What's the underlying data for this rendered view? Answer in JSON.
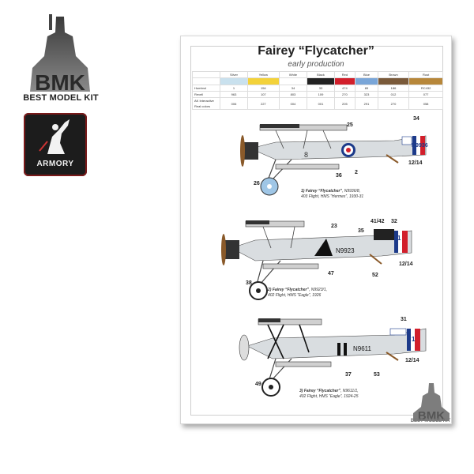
{
  "logos": {
    "bmk_letters": "BMK",
    "bmk_name": "BEST MODEL KIT",
    "armory_name": "ARMORY"
  },
  "sheet": {
    "title": "Fairey “Flycatcher”",
    "subtitle": "early production",
    "color_table": {
      "colors": [
        {
          "name": "Silver",
          "hex": "#c9e1ee",
          "values": [
            "1",
            "963",
            "006"
          ]
        },
        {
          "name": "Yellow",
          "hex": "#f3d23a",
          "values": [
            "154",
            "107",
            "227"
          ]
        },
        {
          "name": "White",
          "hex": "#ffffff",
          "values": [
            "34",
            "803",
            "004"
          ]
        },
        {
          "name": "Black",
          "hex": "#222222",
          "values": [
            "33",
            "109",
            "001"
          ]
        },
        {
          "name": "Red",
          "hex": "#d21f2b",
          "values": [
            "474",
            "270",
            "205"
          ]
        },
        {
          "name": "Blue",
          "hex": "#7aa6d8",
          "values": [
            "89",
            "323",
            "291"
          ]
        },
        {
          "name": "Brown",
          "hex": "#7a5a3a",
          "values": [
            "186",
            "012",
            "270"
          ]
        },
        {
          "name": "Rust",
          "hex": "#b7873a",
          "values": [
            "RC432",
            "077",
            "058"
          ]
        }
      ],
      "row_labels": [
        "Humbrol",
        "Revell",
        "AK Interactive Real colors"
      ]
    },
    "variants": [
      {
        "serial": "N9936",
        "code": "8",
        "callouts": [
          "34",
          "25",
          "12/14",
          "36",
          "2",
          "26"
        ],
        "caption_title": "1) Fairey “Flycatcher”",
        "caption_serial": ", N9936/8,",
        "caption_unit": "403 Flight, HMS “Hermes”, 1930-31"
      },
      {
        "serial": "N9923",
        "code": "1",
        "callouts": [
          "41/42",
          "32",
          "35",
          "23",
          "12/14",
          "47",
          "52",
          "38"
        ],
        "caption_title": "2) Fairey “Flycatcher”",
        "caption_serial": ", N9923/1,",
        "caption_unit": "402 Flight, HMS “Eagle”, 1926"
      },
      {
        "serial": "N9611",
        "code": "1",
        "callouts": [
          "31",
          "12/14",
          "37",
          "53",
          "49"
        ],
        "caption_title": "3) Fairey “Flycatcher”",
        "caption_serial": ", N9611/1,",
        "caption_unit": "402 Flight, HMS “Eagle”, 1924-25"
      }
    ]
  }
}
